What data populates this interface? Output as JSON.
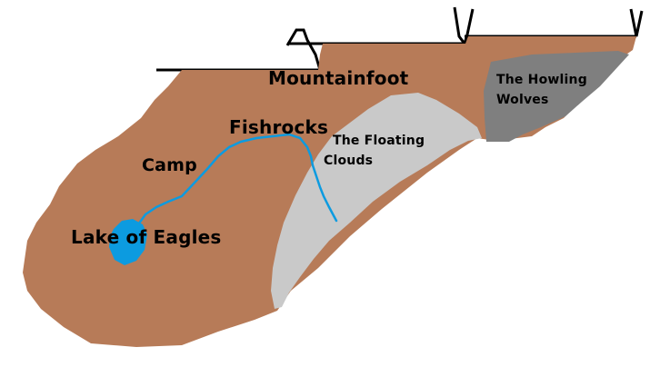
{
  "map": {
    "colors": {
      "background": "#ffffff",
      "land": "#b77b58",
      "clouds_region": "#c9c9c9",
      "wolves_region": "#7f7f7f",
      "water": "#0c9be0",
      "outline": "#000000"
    },
    "labels": {
      "mountainfoot": "Mountainfoot",
      "fishrocks": "Fishrocks",
      "camp": "Camp",
      "lake": "Lake of Eagles",
      "floating_clouds_line1": "The Floating",
      "floating_clouds_line2": "Clouds",
      "howling_wolves_line1": "The Howling",
      "howling_wolves_line2": "Wolves"
    }
  }
}
